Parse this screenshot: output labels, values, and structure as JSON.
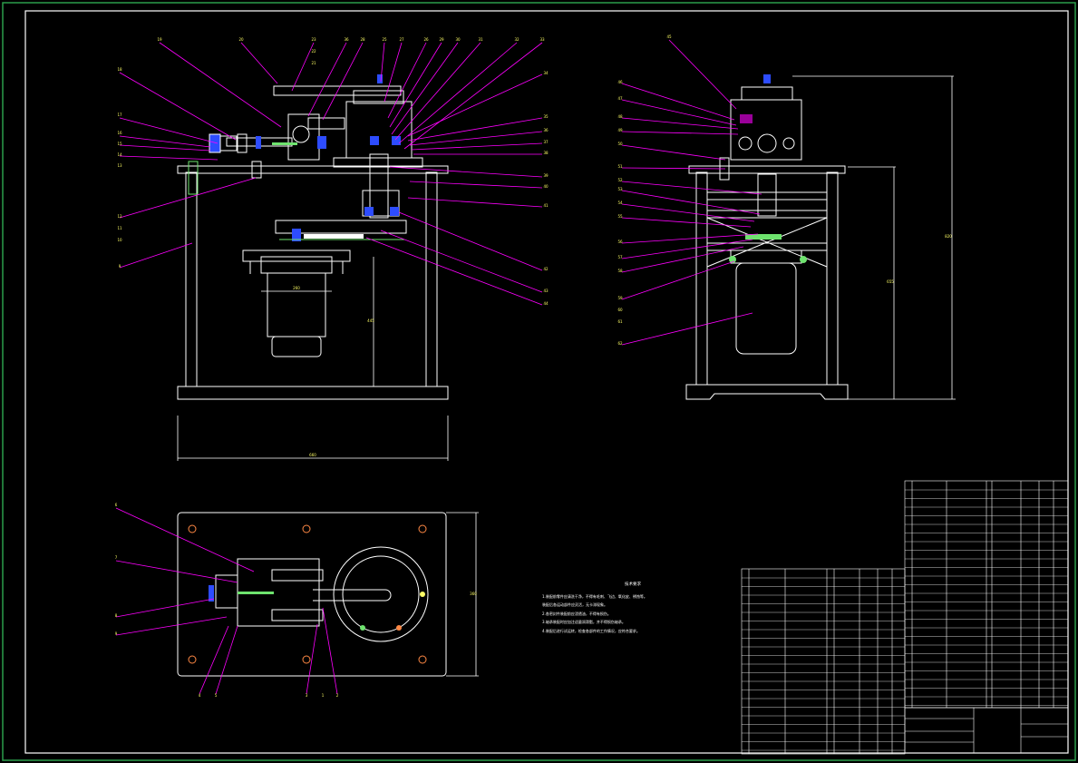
{
  "colors": {
    "background": "#000000",
    "frame": "#ffffff",
    "leader": "#ff00ff",
    "part_outline": "#ffffff",
    "highlight_blue": "#2d4cff",
    "green_shaft": "#6ee36e",
    "yellow_dim": "#ffff66"
  },
  "technical_notes": {
    "title": "技术要求",
    "lines": [
      "1.装配前零件应清洗干净，不得有毛刺、飞边、氧化皮、锈蚀等。",
      "   装配后各运动部件应灵活，无卡滞现象。",
      "2.各密封件装配前应浸透油，不得有损伤。",
      "3.轴承装配时应加注适量润滑脂，并不得损伤轴承。",
      "4.装配后进行试运转，检查各部件的工作情况，应符合要求。"
    ]
  },
  "front_view": {
    "leader_numbers_top": [
      "19",
      "20",
      "23",
      "22",
      "21",
      "36",
      "28",
      "25",
      "27",
      "26",
      "29",
      "30",
      "31",
      "32",
      "33"
    ],
    "leader_numbers_left": [
      "18",
      "17",
      "16",
      "15",
      "14",
      "13",
      "12",
      "11",
      "10",
      "9"
    ],
    "leader_numbers_right": [
      "34",
      "35",
      "36",
      "37",
      "38",
      "39",
      "40",
      "41",
      "42",
      "43",
      "44"
    ],
    "overall_width_dim": "660",
    "motor_width_dim": "260",
    "height_dim": "445"
  },
  "side_view": {
    "leader_numbers_left": [
      "45",
      "46",
      "47",
      "48",
      "49",
      "50",
      "51",
      "52",
      "53",
      "54",
      "55",
      "56",
      "57",
      "58",
      "59",
      "60",
      "61",
      "62"
    ],
    "height_dim_inner": "655",
    "height_dim_outer": "820"
  },
  "plan_view": {
    "leader_numbers": [
      "6",
      "7",
      "8",
      "9",
      "4",
      "5",
      "3",
      "2",
      "1"
    ],
    "depth_dim": "360"
  }
}
